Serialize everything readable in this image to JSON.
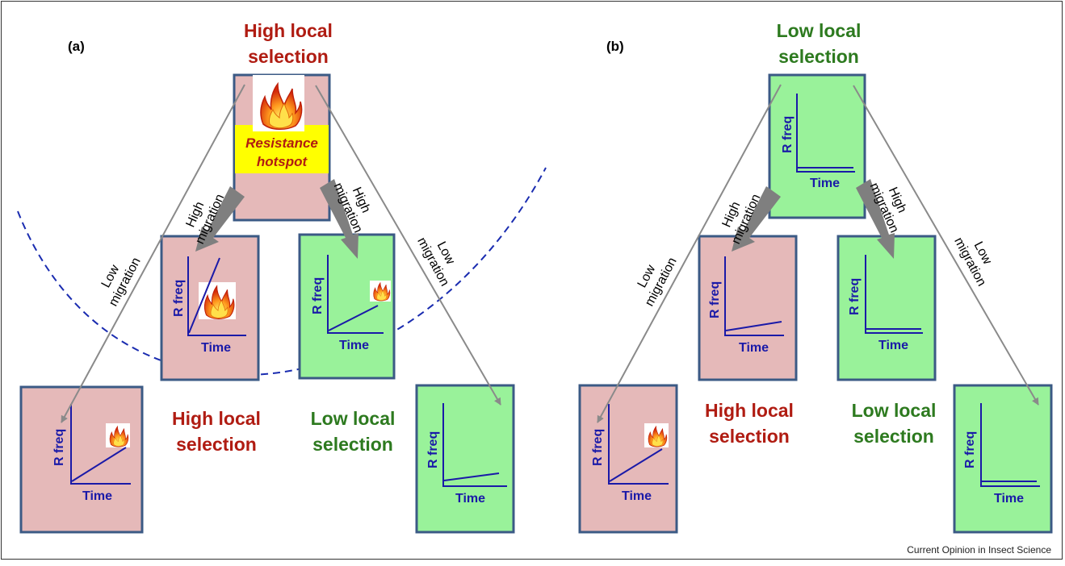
{
  "panels": [
    {
      "label": "(a)",
      "top_title": [
        "High local",
        "selection"
      ],
      "hotspot_label": [
        "Resistance",
        "hotspot"
      ],
      "arrows": {
        "inner_left": [
          "High",
          "migration"
        ],
        "inner_right": [
          "High",
          "migration"
        ],
        "outer_left": [
          "Low",
          "migration"
        ],
        "outer_right": [
          "Low",
          "migration"
        ]
      },
      "bottom_labels": {
        "left": [
          "High local",
          "selection"
        ],
        "right": [
          "Low local",
          "selection"
        ]
      },
      "plots": {
        "top": null,
        "inner_left": {
          "ylabel": "R freq",
          "xlabel": "Time",
          "trend": "steep rise",
          "fire": true
        },
        "inner_right": {
          "ylabel": "R freq",
          "xlabel": "Time",
          "trend": "moderate rise",
          "fire": true
        },
        "outer_left": {
          "ylabel": "R freq",
          "xlabel": "Time",
          "trend": "moderate rise",
          "fire": true
        },
        "outer_right": {
          "ylabel": "R freq",
          "xlabel": "Time",
          "trend": "slight rise",
          "fire": false
        }
      }
    },
    {
      "label": "(b)",
      "top_title": [
        "Low local",
        "selection"
      ],
      "arrows": {
        "inner_left": [
          "High",
          "migration"
        ],
        "inner_right": [
          "High",
          "migration"
        ],
        "outer_left": [
          "Low",
          "migration"
        ],
        "outer_right": [
          "Low",
          "migration"
        ]
      },
      "bottom_labels": {
        "left": [
          "High local",
          "selection"
        ],
        "right": [
          "Low local",
          "selection"
        ]
      },
      "plots": {
        "top": {
          "ylabel": "R freq",
          "xlabel": "Time",
          "trend": "flat",
          "fire": false
        },
        "inner_left": {
          "ylabel": "R freq",
          "xlabel": "Time",
          "trend": "slight rise",
          "fire": false
        },
        "inner_right": {
          "ylabel": "R freq",
          "xlabel": "Time",
          "trend": "flat",
          "fire": false
        },
        "outer_left": {
          "ylabel": "R freq",
          "xlabel": "Time",
          "trend": "moderate rise",
          "fire": true
        },
        "outer_right": {
          "ylabel": "R freq",
          "xlabel": "Time",
          "trend": "flat",
          "fire": false
        }
      }
    }
  ],
  "credit": "Current Opinion in Insect Science",
  "colors": {
    "high_selection_fill": "#e5b9b9",
    "low_selection_fill": "#99f29a",
    "box_border": "#3b5a85",
    "hotspot_fill": "#ffff00",
    "high_text": "#b01c12",
    "low_text": "#2d7a1f",
    "plot_line": "#1a1aa8",
    "thin_arrow": "#8a8a8a",
    "thick_arrow": "#7f7f7f",
    "dashed_arc": "#1a2cb0"
  }
}
